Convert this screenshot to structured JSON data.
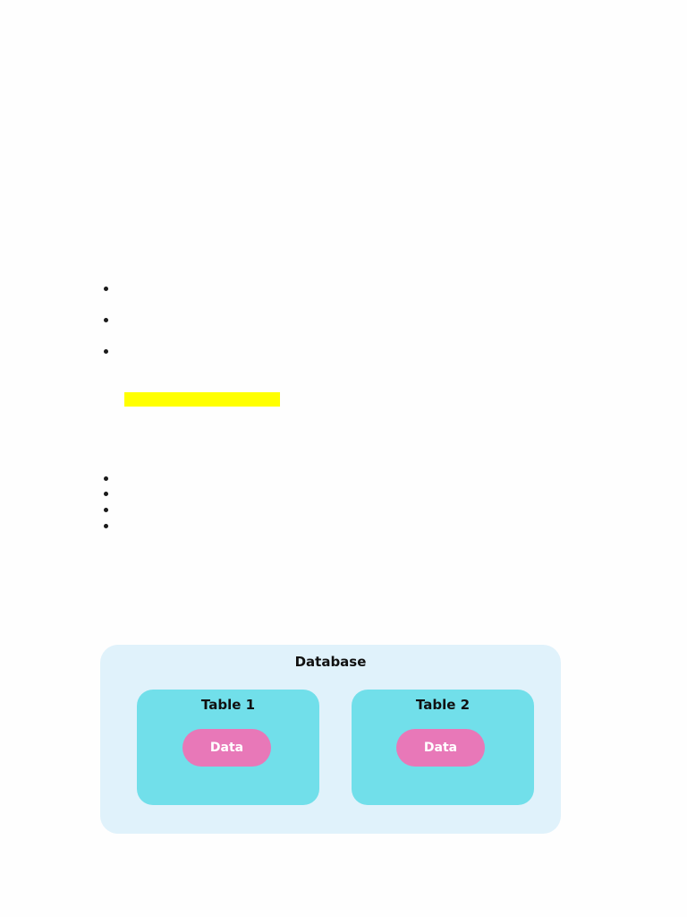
{
  "list_1": {
    "items": [
      {
        "text": ""
      },
      {
        "text": ""
      },
      {
        "text": ""
      }
    ]
  },
  "highlight": {
    "text": "",
    "color": "#ffff00"
  },
  "list_2": {
    "items": [
      {
        "text": ""
      },
      {
        "text": ""
      },
      {
        "text": ""
      },
      {
        "text": ""
      }
    ]
  },
  "diagram": {
    "database": {
      "label": "Database",
      "color": "#e0f2fb"
    },
    "tables": [
      {
        "label": "Table 1",
        "color": "#71dfea",
        "data": {
          "label": "Data",
          "color": "#e878b8"
        }
      },
      {
        "label": "Table 2",
        "color": "#71dfea",
        "data": {
          "label": "Data",
          "color": "#e878b8"
        }
      }
    ]
  }
}
